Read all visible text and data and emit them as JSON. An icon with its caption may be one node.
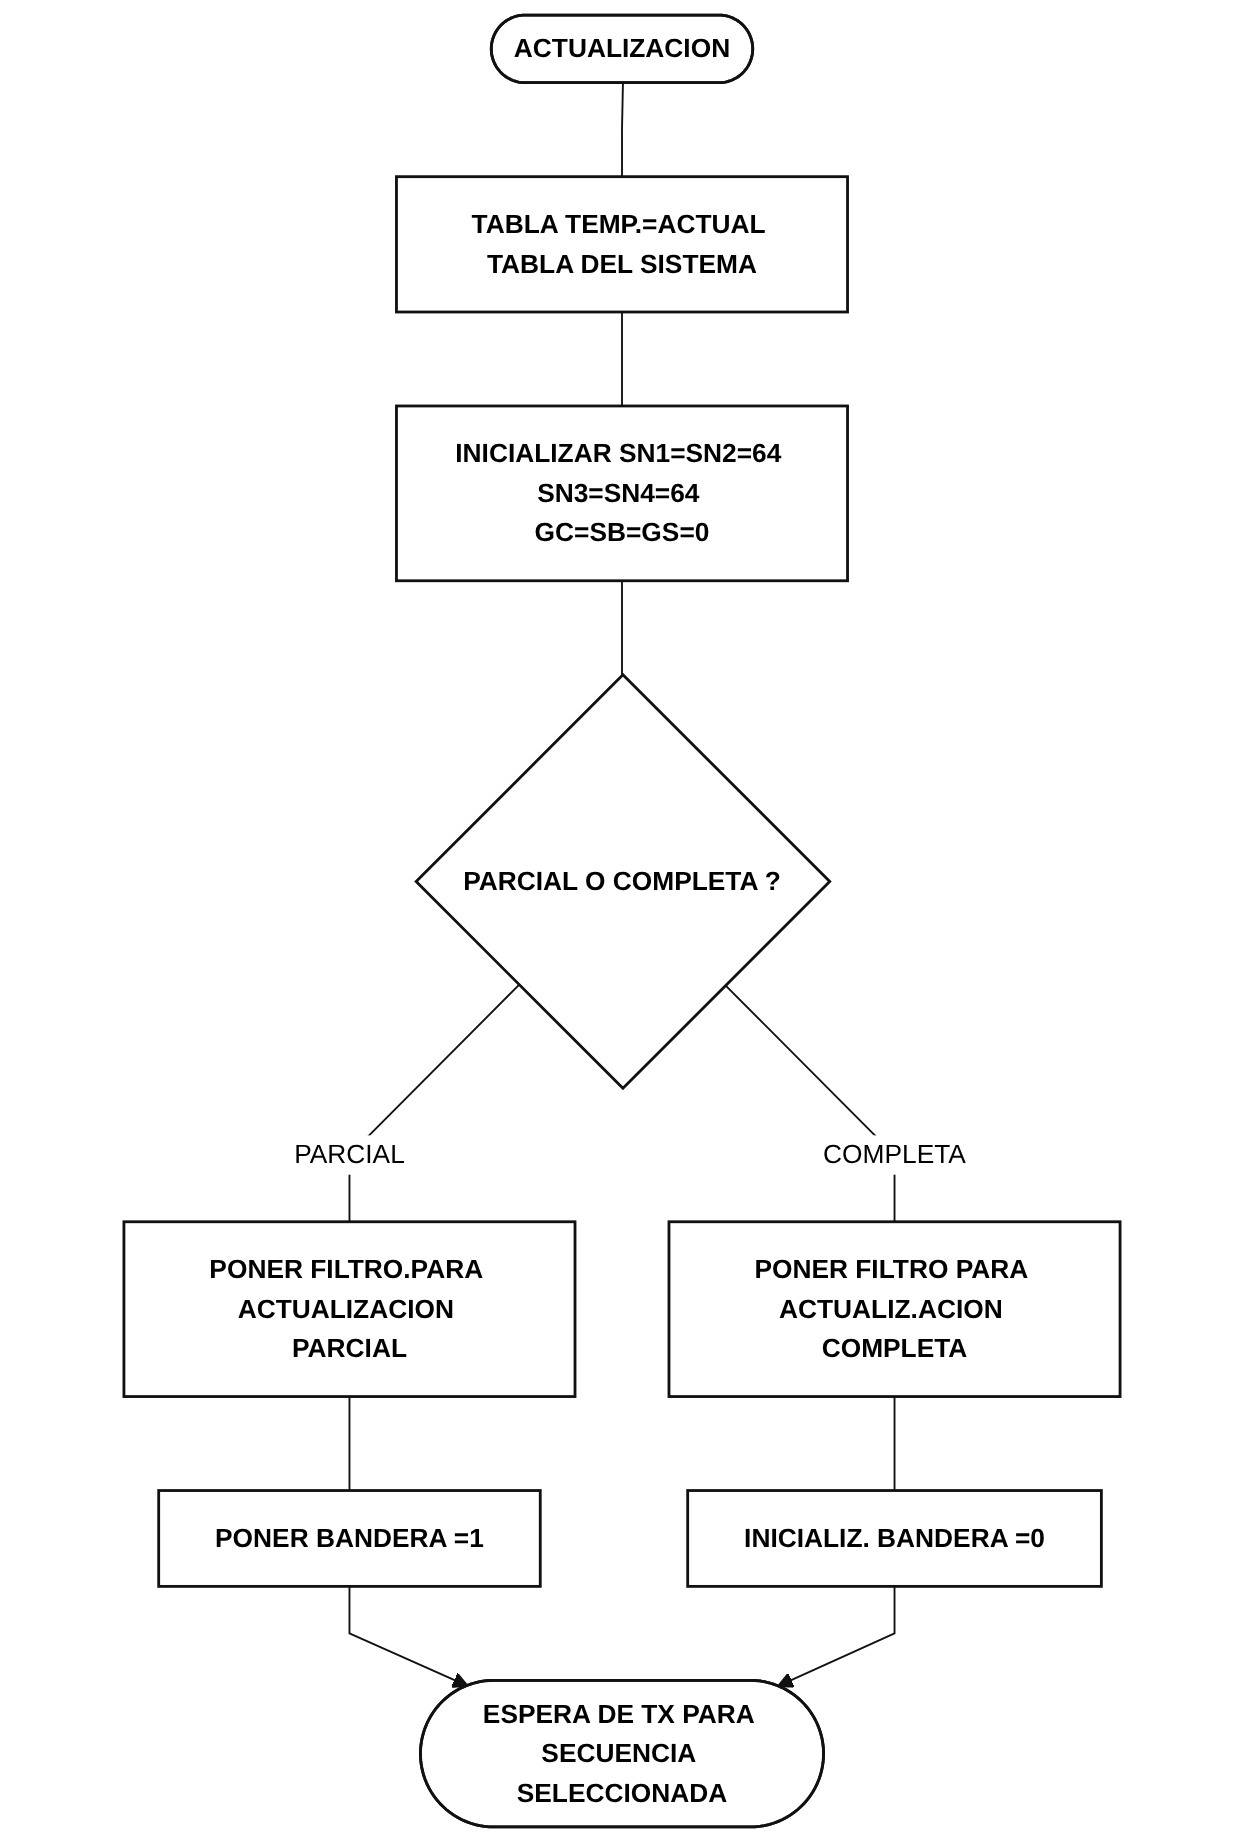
{
  "diagram": {
    "nodes": [
      {
        "text": [
          "ACTUALIZACION"
        ]
      },
      {
        "text": [
          "TABLA TEMP.=ACTUAL TABLA DEL SISTEMA"
        ]
      },
      {
        "text": [
          "INICIALIZAR SN1=SN2=64 SN3=SN4=64 GC=SB=GS=0"
        ]
      },
      {
        "text": [
          "PARCIAL O COMPLETA ?"
        ]
      },
      {
        "text": [
          "PONER FILTRO.PARA ACTUALIZACION PARCIAL"
        ]
      },
      {
        "text": [
          "PONER FILTRO PARA ACTUALIZ.ACION COMPLETA"
        ]
      },
      {
        "text": [
          "PONER BANDERA =1"
        ]
      },
      {
        "text": [
          "INICIALIZ. BANDERA =0"
        ]
      },
      {
        "text": [
          "ESPERA DE TX PARA SECUENCIA SELECCIONADA"
        ]
      }
    ],
    "edges": [
      {
        "from": 0,
        "to": 1,
        "arrow": "none"
      },
      {
        "from": 1,
        "to": 2,
        "arrow": "none"
      },
      {
        "from": 2,
        "to": 3,
        "arrow": "none"
      },
      {
        "from": 3,
        "to": 4,
        "arrow": "none",
        "label": "PARCIAL"
      },
      {
        "from": 3,
        "to": 5,
        "arrow": "none",
        "label": "COMPLETA"
      },
      {
        "from": 4,
        "to": 6,
        "arrow": "none"
      },
      {
        "from": 5,
        "to": 7,
        "arrow": "none"
      },
      {
        "from": 6,
        "to": 8,
        "arrow": "to"
      },
      {
        "from": 7,
        "to": 8,
        "arrow": "to"
      }
    ]
  }
}
